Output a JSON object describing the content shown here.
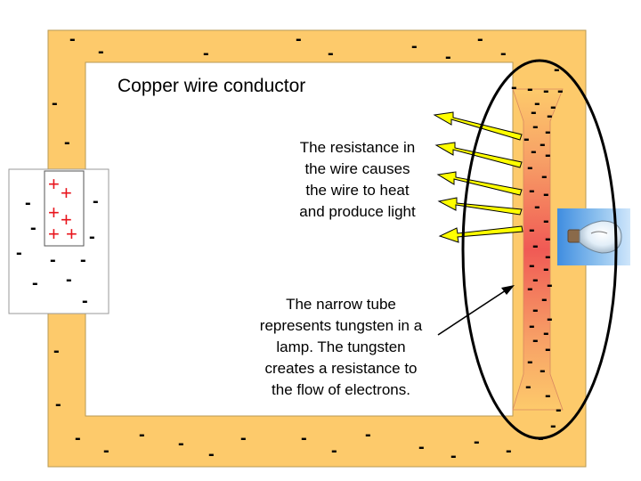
{
  "labels": {
    "title": "Copper wire conductor",
    "resistance": "The resistance in\nthe wire causes\nthe wire to heat\nand produce light",
    "tungsten": "The narrow tube\nrepresents tungsten in a\nlamp. The tungsten\ncreates a resistance to\nthe flow of electrons."
  },
  "symbols": {
    "electron": "-",
    "positive_charge": "+"
  },
  "colors": {
    "copper_wire": "#fdca6b",
    "tungsten_hot": "#f2645a",
    "light_ray": "#ffff00",
    "positive_charge": "#e8141c",
    "bulb_glow": "#6aaee8"
  },
  "icons": {
    "battery": "battery-icon",
    "bulb": "light-bulb-icon"
  }
}
